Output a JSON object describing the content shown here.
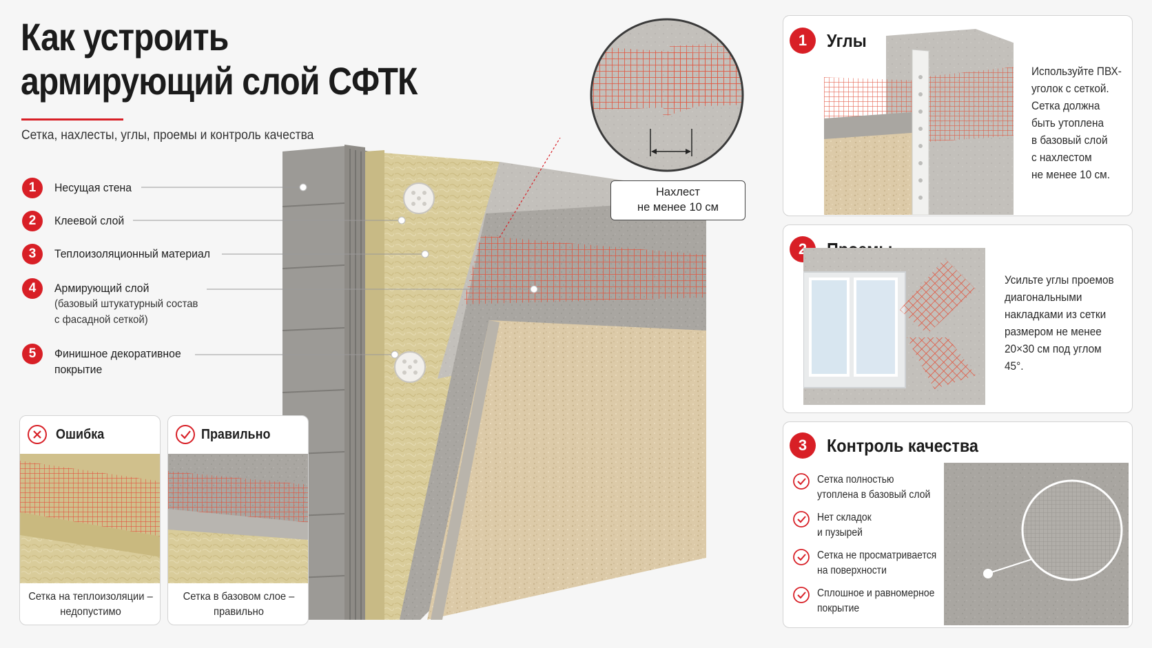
{
  "title": {
    "line1": "Как устроить",
    "line2": "армирующий слой СФТК"
  },
  "subtitle": "Сетка, нахлесты, углы, проемы и контроль качества",
  "layers": [
    {
      "num": "1",
      "label": "Несущая стена"
    },
    {
      "num": "2",
      "label": "Клеевой слой"
    },
    {
      "num": "3",
      "label": "Теплоизоляционный материал"
    },
    {
      "num": "4",
      "label": "Армирующий слой",
      "note1": "(базовый штукатурный состав",
      "note2": "с фасадной сеткой)"
    },
    {
      "num": "5",
      "label": "Финишное декоративное",
      "label2": "покрытие"
    }
  ],
  "overlap_callout": {
    "line1": "Нахлест",
    "line2": "не менее 10 см"
  },
  "compare": {
    "wrong": {
      "title": "Ошибка",
      "caption1": "Сетка на теплоизоляции –",
      "caption2": "недопустимо"
    },
    "right": {
      "title": "Правильно",
      "caption1": "Сетка в базовом слое –",
      "caption2": "правильно"
    }
  },
  "corners": {
    "num": "1",
    "title": "Углы",
    "lines": [
      "Используйте ПВХ-",
      "уголок с сеткой.",
      "Сетка должна",
      "быть утоплена",
      "в базовый слой",
      "с нахлестом",
      "не менее 10 см."
    ]
  },
  "openings": {
    "num": "2",
    "title": "Проемы",
    "lines": [
      "Усильте углы проемов",
      "диагональными",
      "накладками из сетки",
      "размером не менее",
      "20×30 см под углом",
      "45°."
    ]
  },
  "quality": {
    "num": "3",
    "title": "Контроль качества",
    "items": [
      {
        "l1": "Сетка полностью",
        "l2": "утоплена в базовый слой"
      },
      {
        "l1": "Нет складок",
        "l2": "и пузырей"
      },
      {
        "l1": "Сетка не просматривается",
        "l2": "на поверхности"
      },
      {
        "l1": "Сплошное и равномерное",
        "l2": "покрытие"
      }
    ]
  },
  "colors": {
    "accent": "#d81f26",
    "mesh": "#e2543e",
    "insulation": "#d9cc9a",
    "plaster": "#a9a6a1",
    "finish": "#dccaa8",
    "brick": "#9c9a96"
  }
}
